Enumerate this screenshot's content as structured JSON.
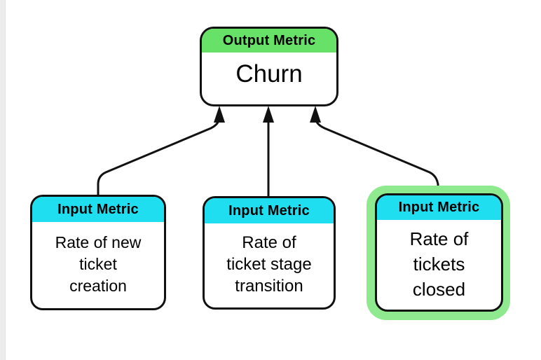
{
  "page": {
    "background_color": "#ffffff",
    "edge_strip_color": "#ececec"
  },
  "diagram": {
    "line_color": "#111111",
    "input_header_color": "#1edef0",
    "highlight_color": "#8fea8f",
    "output_card": {
      "header": "Output Metric",
      "header_color": "#68e168",
      "title": "Churn"
    },
    "input_cards": [
      {
        "header": "Input Metric",
        "lines": [
          "Rate of new",
          "ticket",
          "creation"
        ],
        "highlighted": false
      },
      {
        "header": "Input Metric",
        "lines": [
          "Rate of",
          "ticket stage",
          "transition"
        ],
        "highlighted": false
      },
      {
        "header": "Input Metric",
        "lines": [
          "Rate of",
          "tickets",
          "closed"
        ],
        "highlighted": true
      }
    ]
  }
}
